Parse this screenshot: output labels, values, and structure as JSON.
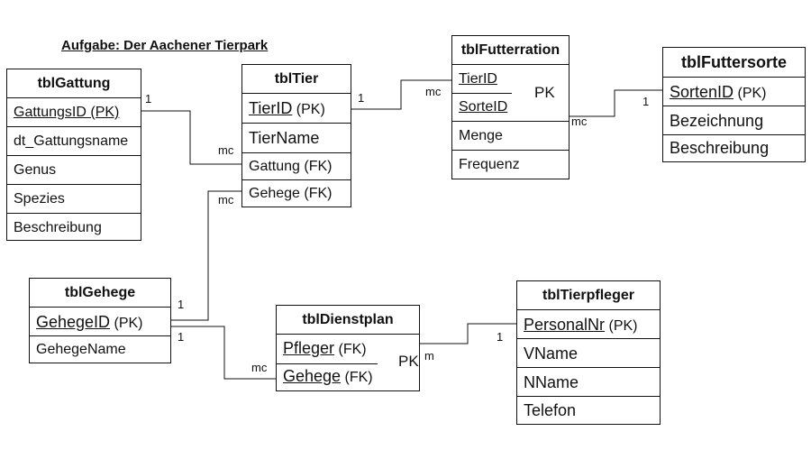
{
  "title": "Aufgabe: Der Aachener  Tierpark",
  "tables": {
    "gattung": {
      "name": "tblGattung",
      "rows": [
        "GattungsID (PK)",
        "dt_Gattungsname",
        "Genus",
        "Spezies",
        "Beschreibung"
      ]
    },
    "tier": {
      "name": "tblTier",
      "pk_name": "TierID",
      "pk_suffix": " (PK)",
      "rows": [
        "TierName",
        "Gattung (FK)",
        "Gehege (FK)"
      ]
    },
    "futterration": {
      "name": "tblFutterration",
      "pk_fields": [
        "TierID",
        "SorteID"
      ],
      "pk_label": "PK",
      "rows": [
        "Menge",
        "Frequenz"
      ]
    },
    "futtersorte": {
      "name": "tblFuttersorte",
      "pk_name": "SortenID",
      "pk_suffix": " (PK)",
      "rows": [
        "Bezeichnung",
        "Beschreibung"
      ]
    },
    "gehege": {
      "name": "tblGehege",
      "pk_name": "GehegeID",
      "pk_suffix": " (PK)",
      "rows": [
        "GehegeName"
      ]
    },
    "dienstplan": {
      "name": "tblDienstplan",
      "pk_fields": [
        "Pfleger",
        "Gehege"
      ],
      "pk_suffix": " (FK)",
      "pk_label": "PK"
    },
    "tierpfleger": {
      "name": "tblTierpfleger",
      "pk_name": "PersonalNr",
      "pk_suffix": " (PK)",
      "rows": [
        "VName",
        "NName",
        "Telefon"
      ]
    }
  },
  "cardinalities": {
    "gattung_tier_1": "1",
    "gattung_tier_mc": "mc",
    "tier_futterration_1": "1",
    "tier_futterration_mc": "mc",
    "futterration_futtersorte_mc": "mc",
    "futterration_futtersorte_1": "1",
    "tier_gehege_mc": "mc",
    "tier_gehege_1": "1",
    "gehege_dienstplan_1": "1",
    "gehege_dienstplan_mc": "mc",
    "dienstplan_tierpfleger_m": "m",
    "dienstplan_tierpfleger_1": "1"
  }
}
